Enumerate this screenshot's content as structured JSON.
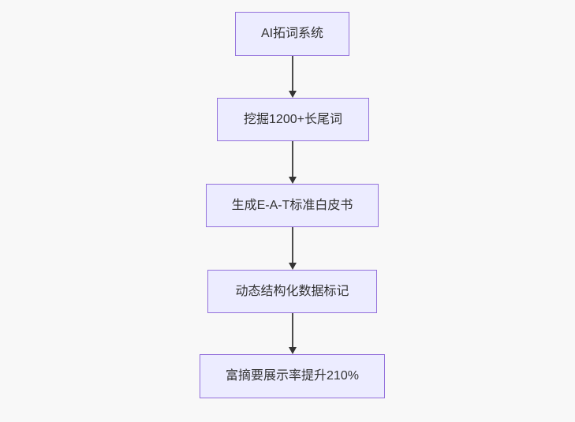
{
  "diagram": {
    "type": "flowchart",
    "direction": "top-down",
    "nodes": [
      {
        "id": "step-1",
        "label": "AI拓词系统"
      },
      {
        "id": "step-2",
        "label": "挖掘1200+长尾词"
      },
      {
        "id": "step-3",
        "label": "生成E-A-T标准白皮书"
      },
      {
        "id": "step-4",
        "label": "动态结构化数据标记"
      },
      {
        "id": "step-5",
        "label": "富摘要展示率提升210%"
      }
    ],
    "edges": [
      {
        "from": "AI拓词系统",
        "to": "挖掘1200+长尾词",
        "style": "arrow-down"
      },
      {
        "from": "挖掘1200+长尾词",
        "to": "生成E-A-T标准白皮书",
        "style": "arrow-down"
      },
      {
        "from": "生成E-A-T标准白皮书",
        "to": "动态结构化数据标记",
        "style": "arrow-down"
      },
      {
        "from": "动态结构化数据标记",
        "to": "富摘要展示率提升210%",
        "style": "arrow-down"
      }
    ],
    "colors": {
      "background": "#f8f8f8",
      "node_fill": "#ececff",
      "node_border": "#9370db",
      "arrow": "#333333",
      "text": "#333333"
    }
  }
}
